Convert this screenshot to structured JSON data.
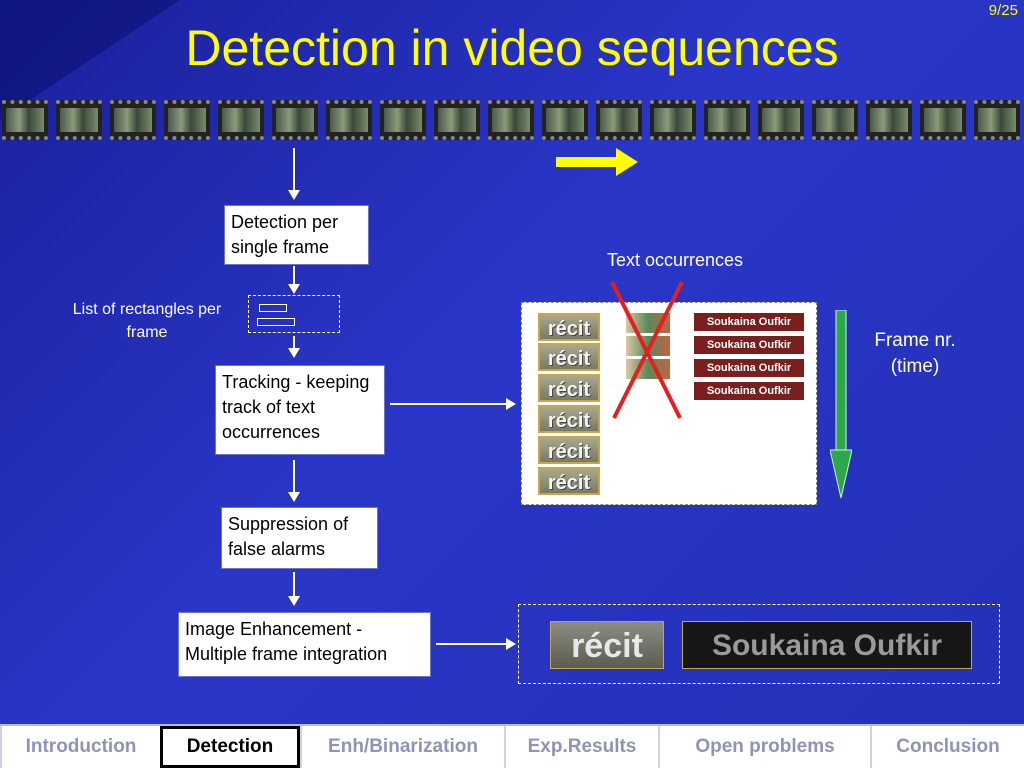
{
  "slide": {
    "number": "9/25",
    "title": "Detection in video sequences"
  },
  "steps": {
    "detection": "Detection per single frame",
    "tracking": "Tracking - keeping track of text occurrences",
    "suppression": "Suppression of false alarms",
    "enhancement": "Image Enhancement  - Multiple frame integration"
  },
  "labels": {
    "rect_list": "List of rectangles per frame",
    "text_occurrences": "Text occurrences",
    "frame_nr": "Frame nr. (time)"
  },
  "occurrence_panel": {
    "recit_text": "récit",
    "souk_text": "Soukaina  Oufkir"
  },
  "enhancement_panel": {
    "recit_text": "récit",
    "souk_text": "Soukaina  Oufkir"
  },
  "nav": {
    "tabs": [
      {
        "label": "Introduction",
        "active": false
      },
      {
        "label": "Detection",
        "active": true
      },
      {
        "label": "Enh/Binarization",
        "active": false
      },
      {
        "label": "Exp.Results",
        "active": false
      },
      {
        "label": "Open problems",
        "active": false
      },
      {
        "label": "Conclusion",
        "active": false
      }
    ]
  },
  "colors": {
    "title": "#ffff00",
    "background": "#2330b6",
    "arrow_time": "#2aa84a",
    "cross": "#e81e1e"
  }
}
